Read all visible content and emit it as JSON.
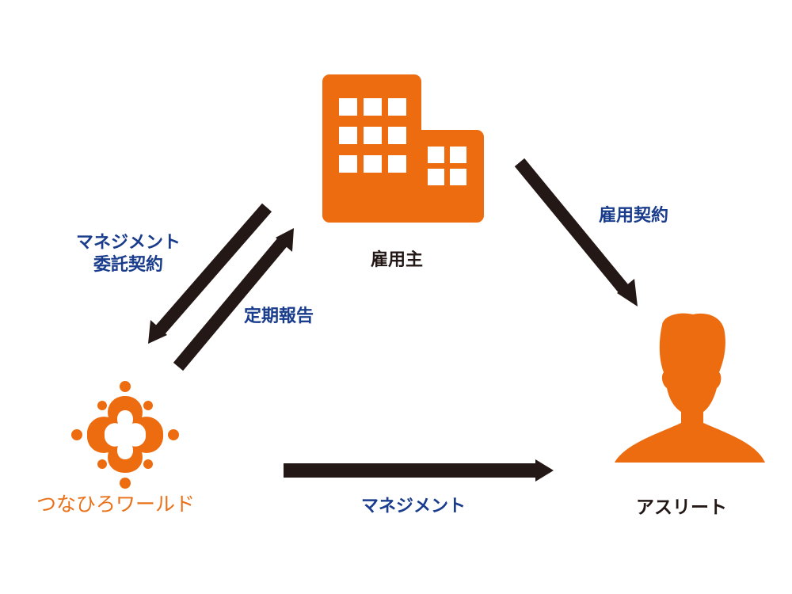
{
  "colors": {
    "accent": "#ED6C0F",
    "arrow": "#231815",
    "label_blue": "#1A3C8C",
    "label_dark": "#231815",
    "background": "#FFFFFF"
  },
  "nodes": {
    "employer": {
      "label": "雇用主",
      "icon": "building-icon"
    },
    "athlete": {
      "label": "アスリート",
      "icon": "person-icon"
    },
    "agency": {
      "label": "つなひろワールド",
      "icon": "tsunahiro-logo"
    }
  },
  "relations": {
    "employment_contract": "雇用契約",
    "management_contract_line1": "マネジメント",
    "management_contract_line2": "委託契約",
    "regular_report": "定期報告",
    "management": "マネジメント"
  }
}
